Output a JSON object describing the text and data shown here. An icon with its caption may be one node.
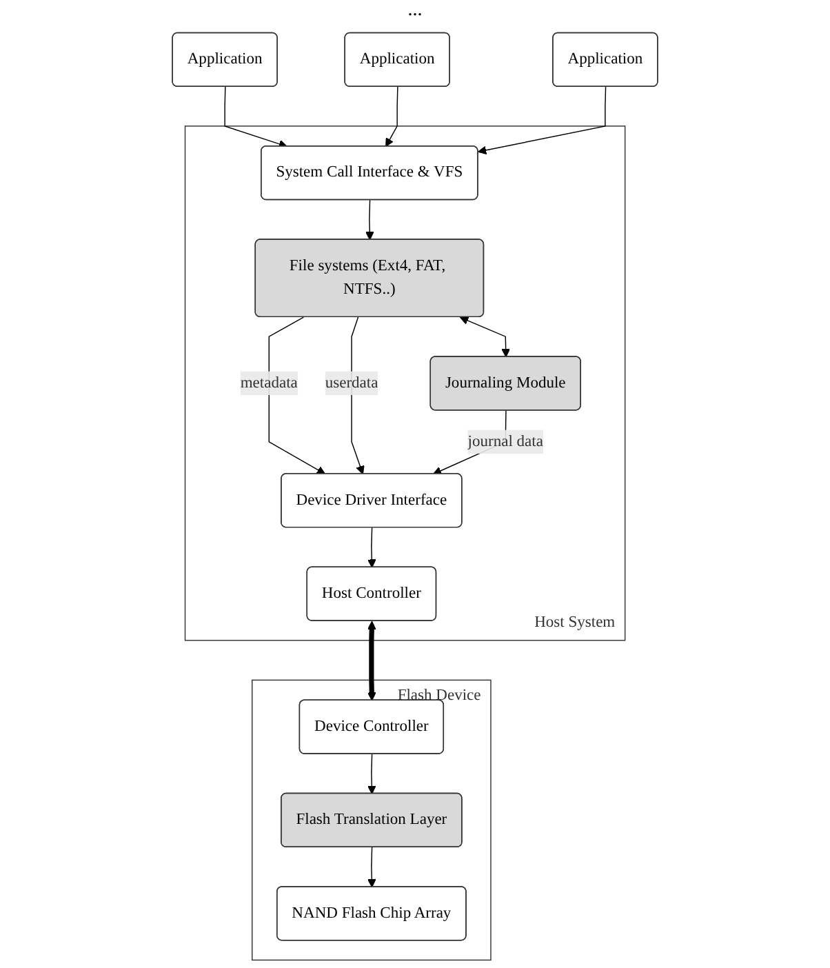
{
  "diagram": {
    "nodes": [
      {
        "text": [
          "Application"
        ]
      },
      {
        "text": [
          "Application"
        ]
      },
      {
        "text": [
          "Application"
        ]
      },
      {
        "text": [
          "Host System"
        ]
      },
      {
        "text": [
          "System Call Interface & VFS"
        ],
        "in": 3
      },
      {
        "text": [
          "File systems (Ext4, FAT, NTFS..)"
        ],
        "in": 3
      },
      {
        "text": [
          "Journaling Module"
        ],
        "in": 3
      },
      {
        "text": [
          "Device Driver Interface"
        ],
        "in": 3
      },
      {
        "text": [
          "Host Controller"
        ],
        "in": 3
      },
      {
        "text": [
          "Flash Device"
        ]
      },
      {
        "text": [
          "Device Controller"
        ],
        "in": 9
      },
      {
        "text": [
          "Flash Translation Layer"
        ],
        "in": 9
      },
      {
        "text": [
          "NAND Flash Chip Array"
        ],
        "in": 9
      }
    ],
    "edges": [
      {
        "from": 0,
        "to": 4,
        "arrow": "to"
      },
      {
        "from": 1,
        "to": 4,
        "arrow": "to"
      },
      {
        "from": 2,
        "to": 4,
        "arrow": "to"
      },
      {
        "from": 4,
        "to": 5,
        "arrow": "to"
      },
      {
        "from": 5,
        "to": 6,
        "arrow": "both"
      },
      {
        "from": 5,
        "to": 7,
        "label": "metadata",
        "arrow": "to"
      },
      {
        "from": 5,
        "to": 7,
        "label": "userdata",
        "arrow": "to"
      },
      {
        "from": 6,
        "to": 7,
        "label": "journal data",
        "arrow": "to"
      },
      {
        "from": 7,
        "to": 8,
        "arrow": "to"
      },
      {
        "from": 8,
        "to": 10,
        "arrow": "both",
        "style": "thick"
      },
      {
        "from": 10,
        "to": 11,
        "arrow": "to"
      },
      {
        "from": 11,
        "to": 12,
        "arrow": "to"
      }
    ],
    "labels": [
      "..."
    ]
  }
}
